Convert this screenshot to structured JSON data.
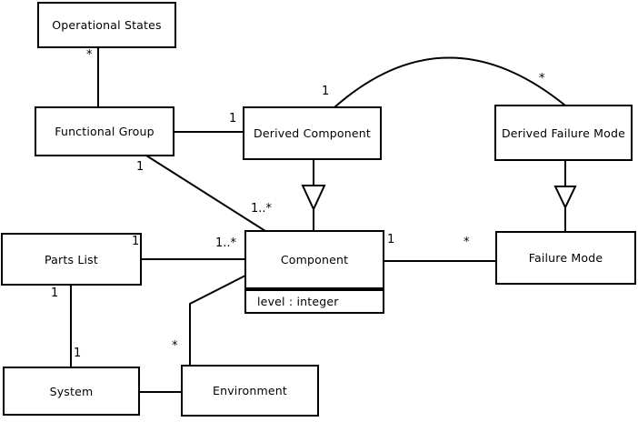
{
  "diagram": {
    "kind": "uml-class-diagram",
    "background_color": "#ffffff",
    "line_color": "#000000",
    "classes": [
      {
        "label": "Operational States"
      },
      {
        "label": "Functional Group"
      },
      {
        "label": "Derived Component"
      },
      {
        "label": "Derived Failure Mode"
      },
      {
        "label": "Parts List"
      },
      {
        "label": "Component",
        "attribute": "level : integer"
      },
      {
        "label": "Failure Mode"
      },
      {
        "label": "System"
      },
      {
        "label": "Environment"
      }
    ],
    "multiplicities": [
      {
        "name": "operational-states-end",
        "text": "*"
      },
      {
        "name": "functional-group-diagonal-end",
        "text": "1"
      },
      {
        "name": "functional-group-derived-component-end",
        "text": "1"
      },
      {
        "name": "derived-component-arc-end",
        "text": "1"
      },
      {
        "name": "derived-failure-mode-arc-end",
        "text": "*"
      },
      {
        "name": "component-diagonal-end",
        "text": "1..*"
      },
      {
        "name": "parts-list-right-end",
        "text": "1"
      },
      {
        "name": "component-left-end",
        "text": "1..*"
      },
      {
        "name": "component-right-end",
        "text": "1"
      },
      {
        "name": "failure-mode-left-end",
        "text": "*"
      },
      {
        "name": "parts-list-bottom-end",
        "text": "1"
      },
      {
        "name": "system-top-end",
        "text": "1"
      },
      {
        "name": "environment-top-end",
        "text": "*"
      }
    ],
    "relationships": [
      {
        "from": "Operational States",
        "to": "Functional Group",
        "type": "association",
        "from_multiplicity": "*"
      },
      {
        "from": "Functional Group",
        "to": "Derived Component",
        "type": "association",
        "from_multiplicity": "1"
      },
      {
        "from": "Functional Group",
        "to": "Component",
        "type": "association",
        "from_multiplicity": "1",
        "to_multiplicity": "1..*"
      },
      {
        "from": "Derived Component",
        "to": "Derived Failure Mode",
        "type": "association",
        "from_multiplicity": "1",
        "to_multiplicity": "*"
      },
      {
        "from": "Derived Component",
        "to": "Component",
        "type": "generalization"
      },
      {
        "from": "Derived Failure Mode",
        "to": "Failure Mode",
        "type": "generalization"
      },
      {
        "from": "Parts List",
        "to": "Component",
        "type": "association",
        "from_multiplicity": "1",
        "to_multiplicity": "1..*"
      },
      {
        "from": "Component",
        "to": "Failure Mode",
        "type": "association",
        "from_multiplicity": "1",
        "to_multiplicity": "*"
      },
      {
        "from": "Parts List",
        "to": "System",
        "type": "association",
        "from_multiplicity": "1",
        "to_multiplicity": "1"
      },
      {
        "from": "System",
        "to": "Environment",
        "type": "association"
      },
      {
        "from": "Environment",
        "to": "Component",
        "type": "association",
        "from_multiplicity": "*"
      }
    ]
  }
}
